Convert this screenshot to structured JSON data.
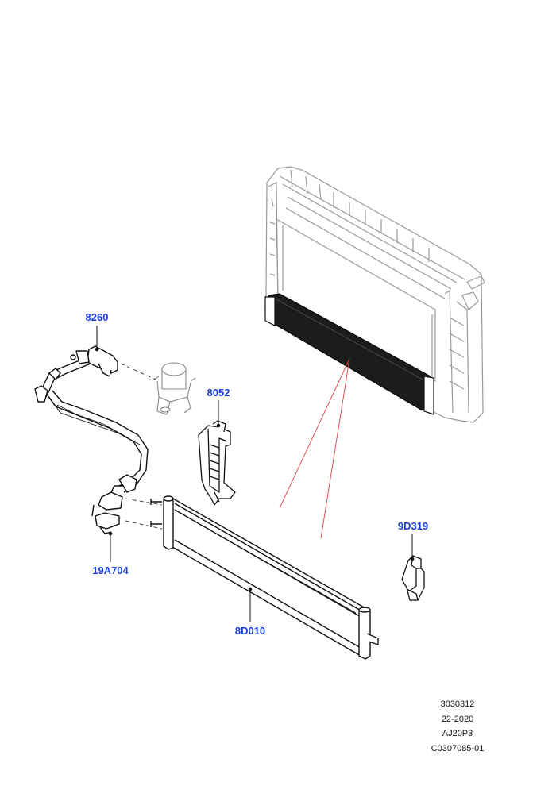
{
  "callouts": {
    "pump_hose": "8260",
    "bracket": "8052",
    "clip": "9D319",
    "hose_connector": "19A704",
    "cooler": "8D010"
  },
  "reference": {
    "line1": "3030312",
    "line2": "22-2020",
    "line3": "AJ20P3",
    "line4": "C0307085-01"
  },
  "colors": {
    "callout_text": "#1a3fd8",
    "leader_red": "#e04040",
    "line_art": "#111111",
    "ghost_art": "#8a8a8a"
  }
}
